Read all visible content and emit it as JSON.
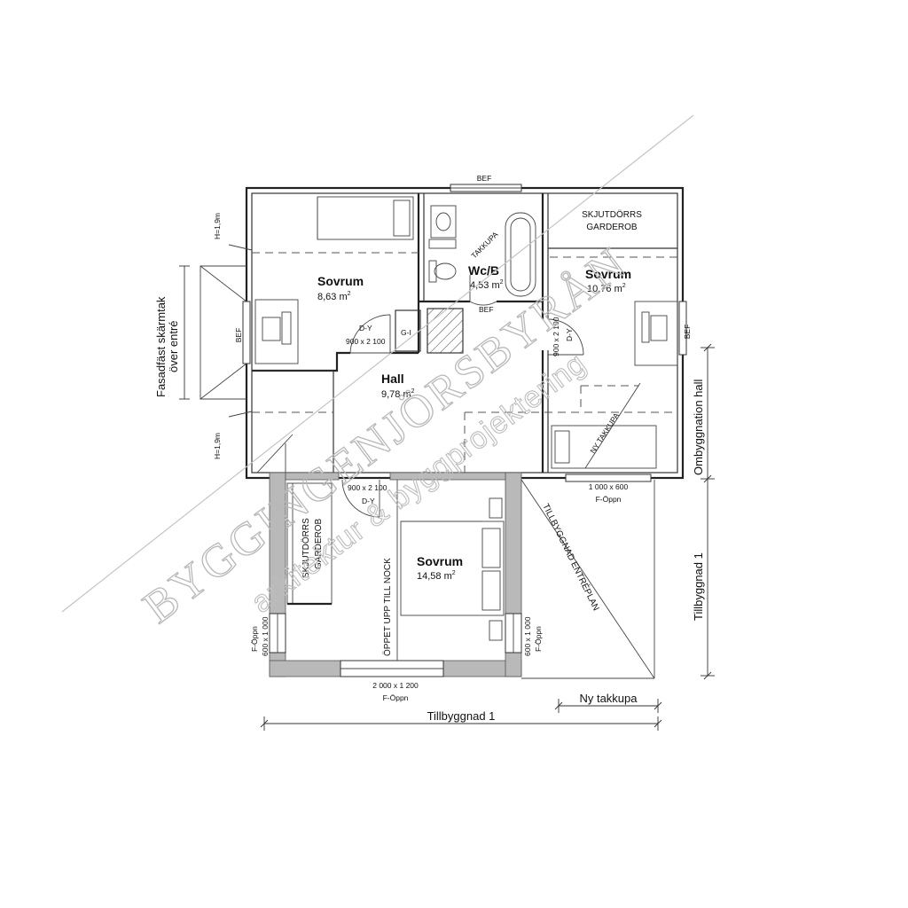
{
  "rooms": {
    "bedroom_1": {
      "name": "Sovrum",
      "area_value": "8,63 m",
      "area_sup": "2"
    },
    "bathroom": {
      "name": "Wc/B",
      "area_value": "4,53 m",
      "area_sup": "2"
    },
    "bedroom_2": {
      "name": "Sovrum",
      "area_value": "10,76 m",
      "area_sup": "2"
    },
    "hall": {
      "name": "Hall",
      "area_value": "9,78 m",
      "area_sup": "2"
    },
    "bedroom_3": {
      "name": "Sovrum",
      "area_value": "14,58 m",
      "area_sup": "2"
    }
  },
  "labels": {
    "bef_top": "BEF",
    "bef_left": "BEF",
    "bef_right": "BEF",
    "bef_bath": "BEF",
    "wardrobe_top_1": "SKJUTDÖRRS",
    "wardrobe_top_2": "GARDEROB",
    "wardrobe_left_1": "SKJUTDÖRRS",
    "wardrobe_left_2": "GARDEROB",
    "takkupa": "TAKKUPA",
    "ny_takkupa_diag": "NY TAKKUPA",
    "door_dy_1": "D-Y",
    "door_size_1": "900 x 2 100",
    "door_gi": "G-I",
    "door_dy_2": "D-Y",
    "door_size_2": "900 x 2 100",
    "door_dy_3": "D-Y",
    "door_size_3": "900 x 2 100",
    "height_top": "H=1,9m",
    "height_bottom": "H=1,9m",
    "canopy_1": "Fasadfäst skärmtak",
    "canopy_2": "över entré",
    "win_right_size": "1 000 x 600",
    "win_right_type": "F-Öppn",
    "win_left_size": "600 x 1 000",
    "win_left_type": "F-Öppn",
    "win_r2_size": "600 x 1 000",
    "win_r2_type": "F-Öppn",
    "win_bottom_size": "2 000 x 1 200",
    "win_bottom_type": "F-Öppn",
    "open_to_ridge": "ÖPPET UPP TILL NOCK",
    "extension_entry": "TILLBYGGNAD ENTRÉPLAN",
    "dim_tillbyggnad_bottom": "Tillbyggnad 1",
    "dim_ny_takkupa": "Ny takkupa",
    "dim_ombyggnation": "Ombyggnation hall",
    "dim_tillbyggnad_right": "Tillbyggnad 1"
  },
  "watermark": {
    "logo": "BYGGINGENJÖRSBYRÅN",
    "sub": "arkitektur & byggprojektering"
  },
  "colors": {
    "wall": "#222222",
    "hatch": "#b9b9b9",
    "watermark": "#b8b8b8"
  }
}
